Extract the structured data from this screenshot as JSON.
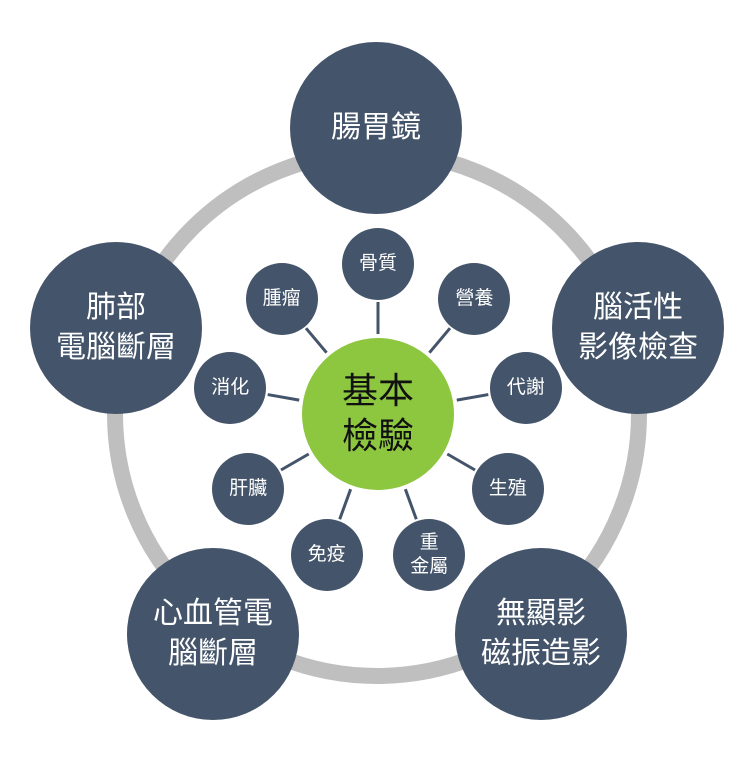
{
  "center": {
    "lines": [
      "基本",
      "檢驗"
    ]
  },
  "outer_nodes": [
    {
      "id": "colonoscopy",
      "lines": [
        "腸胃鏡"
      ]
    },
    {
      "id": "brain-imaging",
      "lines": [
        "腦活性",
        "影像檢查"
      ]
    },
    {
      "id": "mri",
      "lines": [
        "無顯影",
        "磁振造影"
      ]
    },
    {
      "id": "cardio-ct",
      "lines": [
        "心血管電",
        "腦斷層"
      ]
    },
    {
      "id": "lung-ct",
      "lines": [
        "肺部",
        "電腦斷層"
      ]
    }
  ],
  "inner_nodes": [
    {
      "id": "bone",
      "lines": [
        "骨質"
      ]
    },
    {
      "id": "nutrition",
      "lines": [
        "營養"
      ]
    },
    {
      "id": "metabolism",
      "lines": [
        "代謝"
      ]
    },
    {
      "id": "reproduction",
      "lines": [
        "生殖"
      ]
    },
    {
      "id": "heavy-metal",
      "lines": [
        "重",
        "金屬"
      ]
    },
    {
      "id": "immunity",
      "lines": [
        "免疫"
      ]
    },
    {
      "id": "liver",
      "lines": [
        "肝臟"
      ]
    },
    {
      "id": "digestion",
      "lines": [
        "消化"
      ]
    },
    {
      "id": "tumor",
      "lines": [
        "腫瘤"
      ]
    }
  ],
  "colors": {
    "node_fill": "#44546a",
    "center_fill": "#8dc63f",
    "ring": "#bfbfbf",
    "connector": "#44546a"
  }
}
